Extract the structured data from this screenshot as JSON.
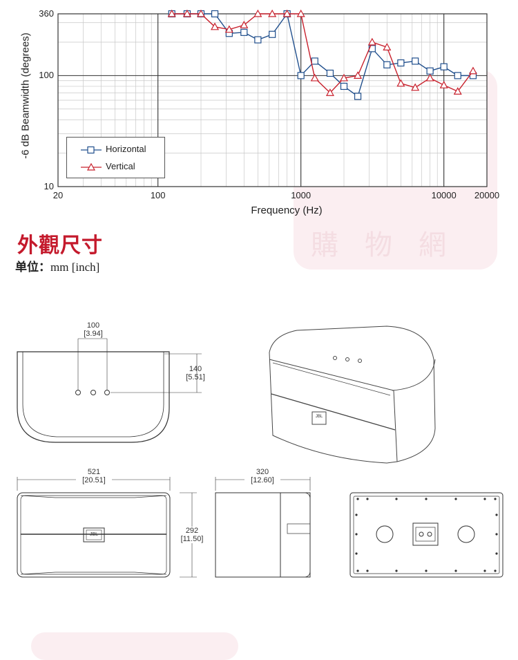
{
  "chart_data": {
    "type": "line",
    "xscale": "log",
    "yscale": "log",
    "xlabel": "Frequency (Hz)",
    "ylabel": "-6 dB Beamwidth (degrees)",
    "xlim": [
      20,
      20000
    ],
    "ylim": [
      10,
      360
    ],
    "x_ticks": [
      {
        "value": 20,
        "label": "20"
      },
      {
        "value": 100,
        "label": "100"
      },
      {
        "value": 1000,
        "label": "1000"
      },
      {
        "value": 10000,
        "label": "10000"
      },
      {
        "value": 20000,
        "label": "20000"
      }
    ],
    "y_ticks": [
      {
        "value": 360,
        "label": "360"
      },
      {
        "value": 100,
        "label": "100"
      },
      {
        "value": 10,
        "label": "10"
      }
    ],
    "grid": true,
    "legend_position": "bottom-left",
    "series": [
      {
        "name": "Horizontal",
        "color": "#1f4e8c",
        "marker": "square",
        "x": [
          125,
          160,
          200,
          250,
          315,
          400,
          500,
          630,
          800,
          1000,
          1250,
          1600,
          2000,
          2500,
          3150,
          4000,
          5000,
          6300,
          8000,
          10000,
          12500,
          16000
        ],
        "y": [
          360,
          360,
          360,
          360,
          240,
          245,
          210,
          235,
          360,
          100,
          135,
          105,
          80,
          65,
          175,
          125,
          130,
          135,
          110,
          120,
          100,
          100
        ]
      },
      {
        "name": "Vertical",
        "color": "#c8202c",
        "marker": "triangle",
        "x": [
          125,
          160,
          200,
          250,
          315,
          400,
          500,
          630,
          800,
          1000,
          1250,
          1600,
          2000,
          2500,
          3150,
          4000,
          5000,
          6300,
          8000,
          10000,
          12500,
          16000
        ],
        "y": [
          360,
          360,
          360,
          275,
          260,
          285,
          360,
          360,
          360,
          360,
          95,
          70,
          95,
          100,
          200,
          180,
          85,
          78,
          95,
          82,
          72,
          110
        ]
      }
    ]
  },
  "watermark": {
    "text": "購物網",
    "color": "#f4dde2"
  },
  "section": {
    "title": "外觀尺寸",
    "unit_label": "单位：",
    "unit_value": "mm [inch]"
  },
  "dimensions": {
    "top_width_mm": "100",
    "top_width_in": "[3.94]",
    "top_depth_mm": "140",
    "top_depth_in": "[5.51]",
    "front_width_mm": "521",
    "front_width_in": "[20.51]",
    "side_depth_mm": "320",
    "side_depth_in": "[12.60]",
    "height_mm": "292",
    "height_in": "[11.50]"
  },
  "brand_badge": "JBL"
}
